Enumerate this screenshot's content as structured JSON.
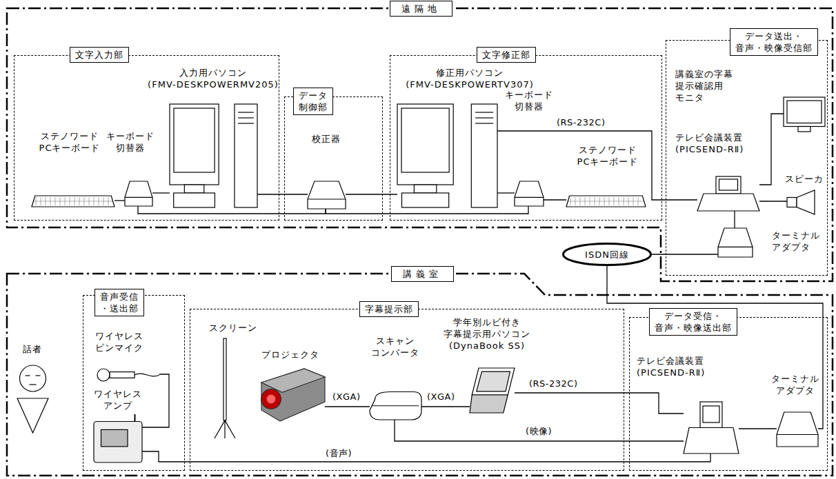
{
  "diagram": {
    "nodes": [
      {
        "text": [
          "遠隔地"
        ]
      },
      {
        "text": [
          "文字入力部"
        ],
        "in": 0
      },
      {
        "text": [
          "ステノワード PCキーボード"
        ],
        "in": 1
      },
      {
        "text": [
          "キーボード 切替器"
        ],
        "in": 1
      },
      {
        "text": [
          "入力用パソコン (FMV-DESKPOWERMV205)"
        ],
        "in": 1
      },
      {
        "text": [
          "データ 制御部"
        ],
        "in": 0
      },
      {
        "text": [
          "校正器"
        ],
        "in": 5
      },
      {
        "text": [
          "文字修正部"
        ],
        "in": 0
      },
      {
        "text": [
          "修正用パソコン (FMV-DESKPOWERTV307)"
        ],
        "in": 7
      },
      {
        "text": [
          "キーボード 切替器"
        ],
        "in": 7
      },
      {
        "text": [
          "ステノワード PCキーボード"
        ],
        "in": 7
      },
      {
        "text": [
          "データ送出・ 音声・映像受信部"
        ],
        "in": 0
      },
      {
        "text": [
          "講義室の字幕 提示確認用 モニタ"
        ],
        "in": 11
      },
      {
        "text": [
          "テレビ会議装置 (PICSEND-RⅡ)"
        ],
        "in": 11
      },
      {
        "text": [
          "スピーカ"
        ],
        "in": 11
      },
      {
        "text": [
          "ターミナル アダプタ"
        ],
        "in": 11
      },
      {
        "text": [
          "ISDN回線"
        ]
      },
      {
        "text": [
          "講義室"
        ]
      },
      {
        "text": [
          "話者"
        ],
        "in": 17
      },
      {
        "text": [
          "音声受信 ・送出部"
        ],
        "in": 17
      },
      {
        "text": [
          "ワイヤレス ピンマイク"
        ],
        "in": 19
      },
      {
        "text": [
          "ワイヤレス アンプ"
        ],
        "in": 19
      },
      {
        "text": [
          "字幕提示部"
        ],
        "in": 17
      },
      {
        "text": [
          "スクリーン"
        ],
        "in": 22
      },
      {
        "text": [
          "プロジェクタ"
        ],
        "in": 22
      },
      {
        "text": [
          "スキャン コンバータ"
        ],
        "in": 22
      },
      {
        "text": [
          "学年別ルビ付き 字幕提示用パソコン (DynaBook SS)"
        ],
        "in": 22
      },
      {
        "text": [
          "データ受信・ 音声・映像送出部"
        ],
        "in": 17
      },
      {
        "text": [
          "テレビ会議装置 (PICSEND-RⅡ)"
        ],
        "in": 27
      },
      {
        "text": [
          "ターミナル アダプタ"
        ],
        "in": 27
      }
    ],
    "edges": [
      {
        "from": 2,
        "to": 3,
        "arrow": "none"
      },
      {
        "from": 3,
        "to": 4,
        "arrow": "none"
      },
      {
        "from": 4,
        "to": 6,
        "arrow": "none"
      },
      {
        "from": 6,
        "to": 8,
        "arrow": "none"
      },
      {
        "from": 3,
        "to": 6,
        "arrow": "none"
      },
      {
        "from": 6,
        "to": 9,
        "arrow": "none"
      },
      {
        "from": 9,
        "to": 8,
        "arrow": "none"
      },
      {
        "from": 9,
        "to": 10,
        "arrow": "none"
      },
      {
        "from": 8,
        "to": 13,
        "label": "(RS-232C)",
        "arrow": "none"
      },
      {
        "from": 13,
        "to": 12,
        "arrow": "none"
      },
      {
        "from": 13,
        "to": 14,
        "arrow": "none"
      },
      {
        "from": 13,
        "to": 15,
        "arrow": "none"
      },
      {
        "from": 15,
        "to": 16,
        "arrow": "none"
      },
      {
        "from": 16,
        "to": 29,
        "arrow": "none"
      },
      {
        "from": 29,
        "to": 28,
        "arrow": "none"
      },
      {
        "from": 26,
        "to": 28,
        "label": "(RS-232C)",
        "arrow": "none"
      },
      {
        "from": 26,
        "to": 25,
        "label": "(XGA)",
        "arrow": "none"
      },
      {
        "from": 25,
        "to": 24,
        "label": "(XGA)",
        "arrow": "none"
      },
      {
        "from": 25,
        "to": 28,
        "label": "(映像)",
        "arrow": "none"
      },
      {
        "from": 21,
        "to": 28,
        "label": "(音声)",
        "arrow": "none"
      },
      {
        "from": 20,
        "to": 21,
        "arrow": "none"
      }
    ]
  }
}
